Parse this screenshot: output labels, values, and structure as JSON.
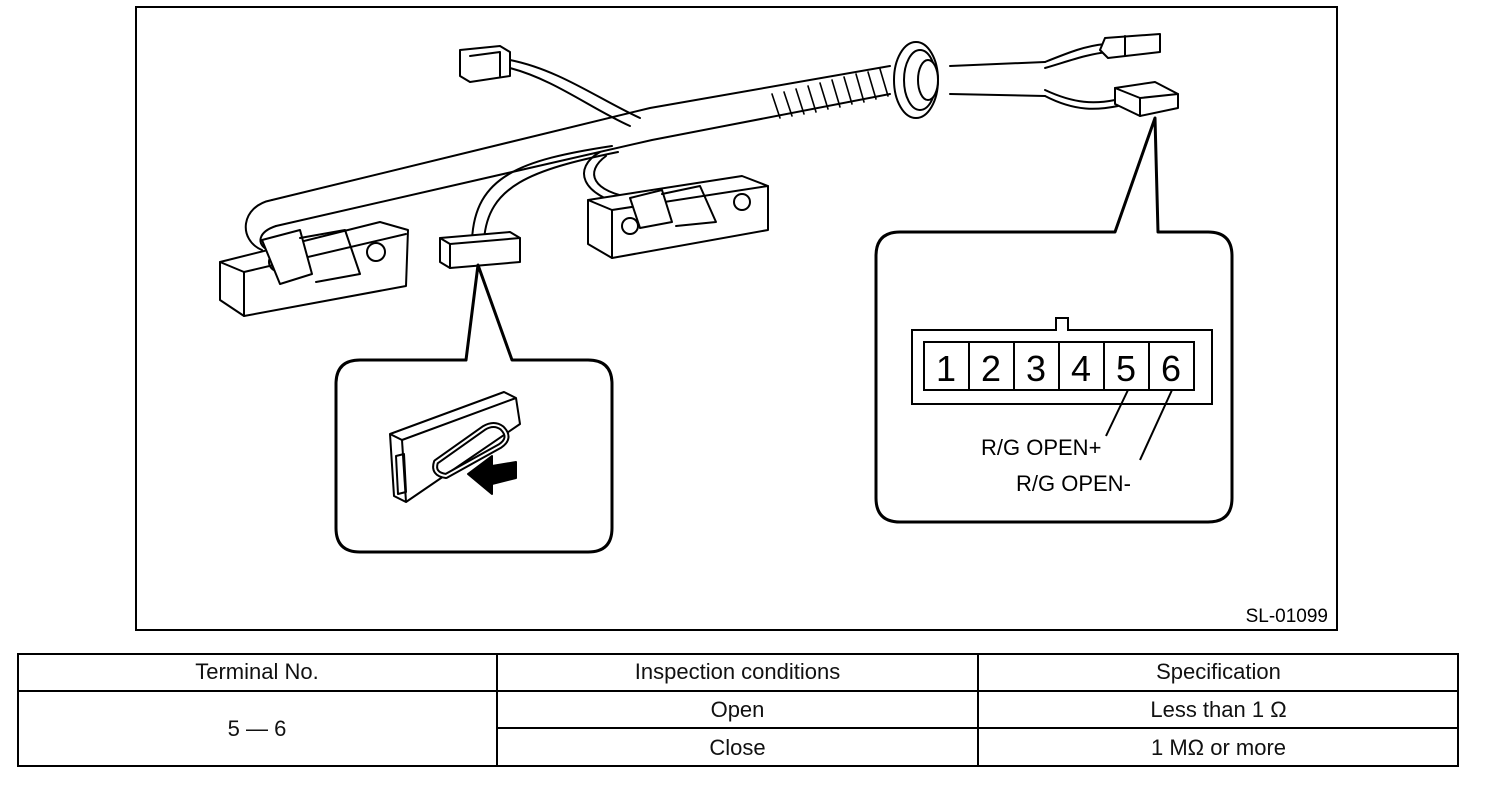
{
  "figure": {
    "id": "SL-01099",
    "connector_pins": [
      "1",
      "2",
      "3",
      "4",
      "5",
      "6"
    ],
    "label_plus": "R/G OPEN+",
    "label_minus": "R/G OPEN-"
  },
  "table": {
    "headers": [
      "Terminal No.",
      "Inspection conditions",
      "Specification"
    ],
    "terminal": "5 — 6",
    "rows": [
      {
        "condition": "Open",
        "specification": "Less than 1 Ω"
      },
      {
        "condition": "Close",
        "specification": "1 MΩ or more"
      }
    ]
  }
}
